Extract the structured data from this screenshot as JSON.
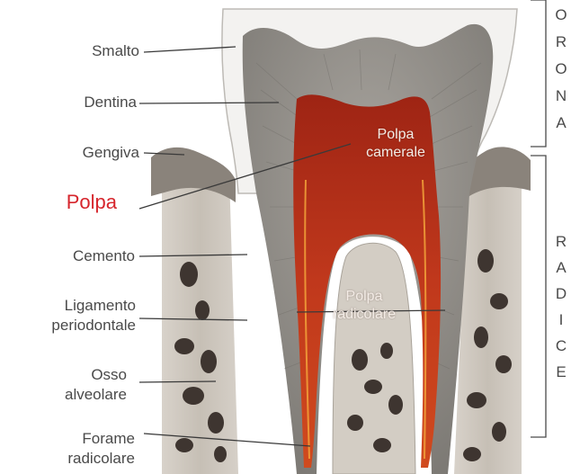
{
  "labels": {
    "smalto": "Smalto",
    "dentina": "Dentina",
    "gengiva": "Gengiva",
    "polpa": "Polpa",
    "cemento": "Cemento",
    "ligamento_line1": "Ligamento",
    "ligamento_line2": "periodontale",
    "osso_line1": "Osso",
    "osso_line2": "alveolare",
    "forame_line1": "Forame",
    "forame_line2": "radicolare",
    "polpa_camerale_line1": "Polpa",
    "polpa_camerale_line2": "camerale",
    "polpa_radicolare_line1": "Polpa",
    "polpa_radicolare_line2": "radicolare"
  },
  "sections": {
    "corona_letters": [
      "O",
      "R",
      "O",
      "N",
      "A"
    ],
    "radice_letters": [
      "R",
      "A",
      "D",
      "I",
      "C",
      "E"
    ]
  },
  "colors": {
    "label_text": "#4a4a4a",
    "polpa_label": "#d6252c",
    "pulp": "#b8321f",
    "dentin": "#8d8a85",
    "bone": "#c9c3bb",
    "enamel": "#f2f1ef"
  }
}
